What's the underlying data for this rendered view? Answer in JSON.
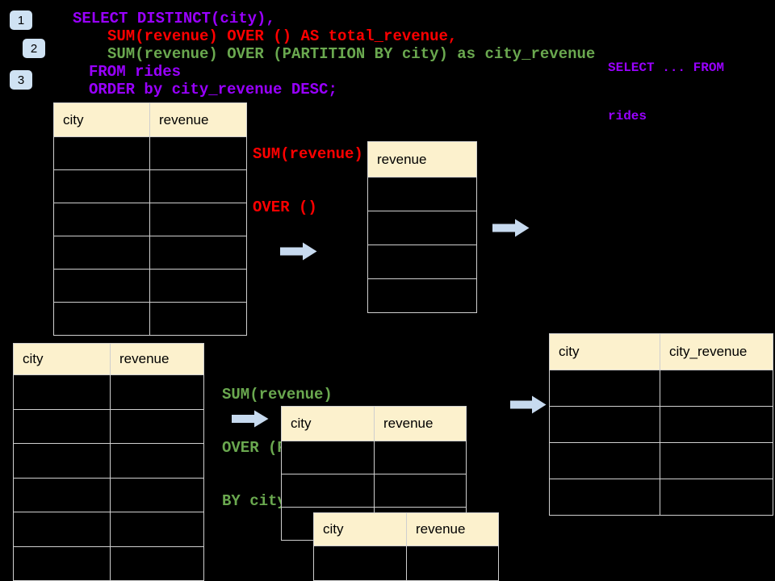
{
  "slide": {
    "badges": [
      {
        "label": "1"
      },
      {
        "label": "2"
      },
      {
        "label": "3"
      }
    ],
    "sql": {
      "line1": "SELECT DISTINCT(city),",
      "line2": "SUM(revenue) OVER () AS total_revenue,",
      "line3": "SUM(revenue) OVER (PARTITION BY city) as city_revenue",
      "line4": "FROM rides",
      "line5": "ORDER by city_revenue DESC;"
    },
    "side_note": {
      "line1": "SELECT ... FROM",
      "line2": "rides"
    },
    "annotations": {
      "total": {
        "line1": "SUM(revenue)",
        "line2": "OVER ()"
      },
      "partition": {
        "line1": "SUM(revenue)",
        "line2": "OVER (PARTITION",
        "line3": "BY city)"
      }
    },
    "tables": {
      "total_input": {
        "headers": [
          "city",
          "revenue"
        ],
        "body_rows": 6,
        "cell_values": ""
      },
      "total_result": {
        "headers": [
          "revenue"
        ],
        "body_rows": 4,
        "cell_values": ""
      },
      "partition_input": {
        "headers": [
          "city",
          "revenue"
        ],
        "body_rows": 6,
        "cell_values": ""
      },
      "partition_group_a": {
        "headers": [
          "city",
          "revenue"
        ],
        "body_rows": 3,
        "cell_values": ""
      },
      "partition_group_b": {
        "headers": [
          "city",
          "revenue"
        ],
        "body_rows": 1,
        "cell_values": ""
      },
      "partition_result": {
        "headers": [
          "city",
          "city_revenue"
        ],
        "body_rows": 4,
        "cell_values": ""
      }
    },
    "colors": {
      "background": "#000000",
      "sql_purple": "#9900ff",
      "sql_red": "#ff0000",
      "sql_green": "#6aa84f",
      "table_header_fill": "#fcf1cd",
      "table_border": "#cfcfcf",
      "arrow_fill": "#c7daef",
      "badge_fill": "#cfe2f3"
    }
  }
}
